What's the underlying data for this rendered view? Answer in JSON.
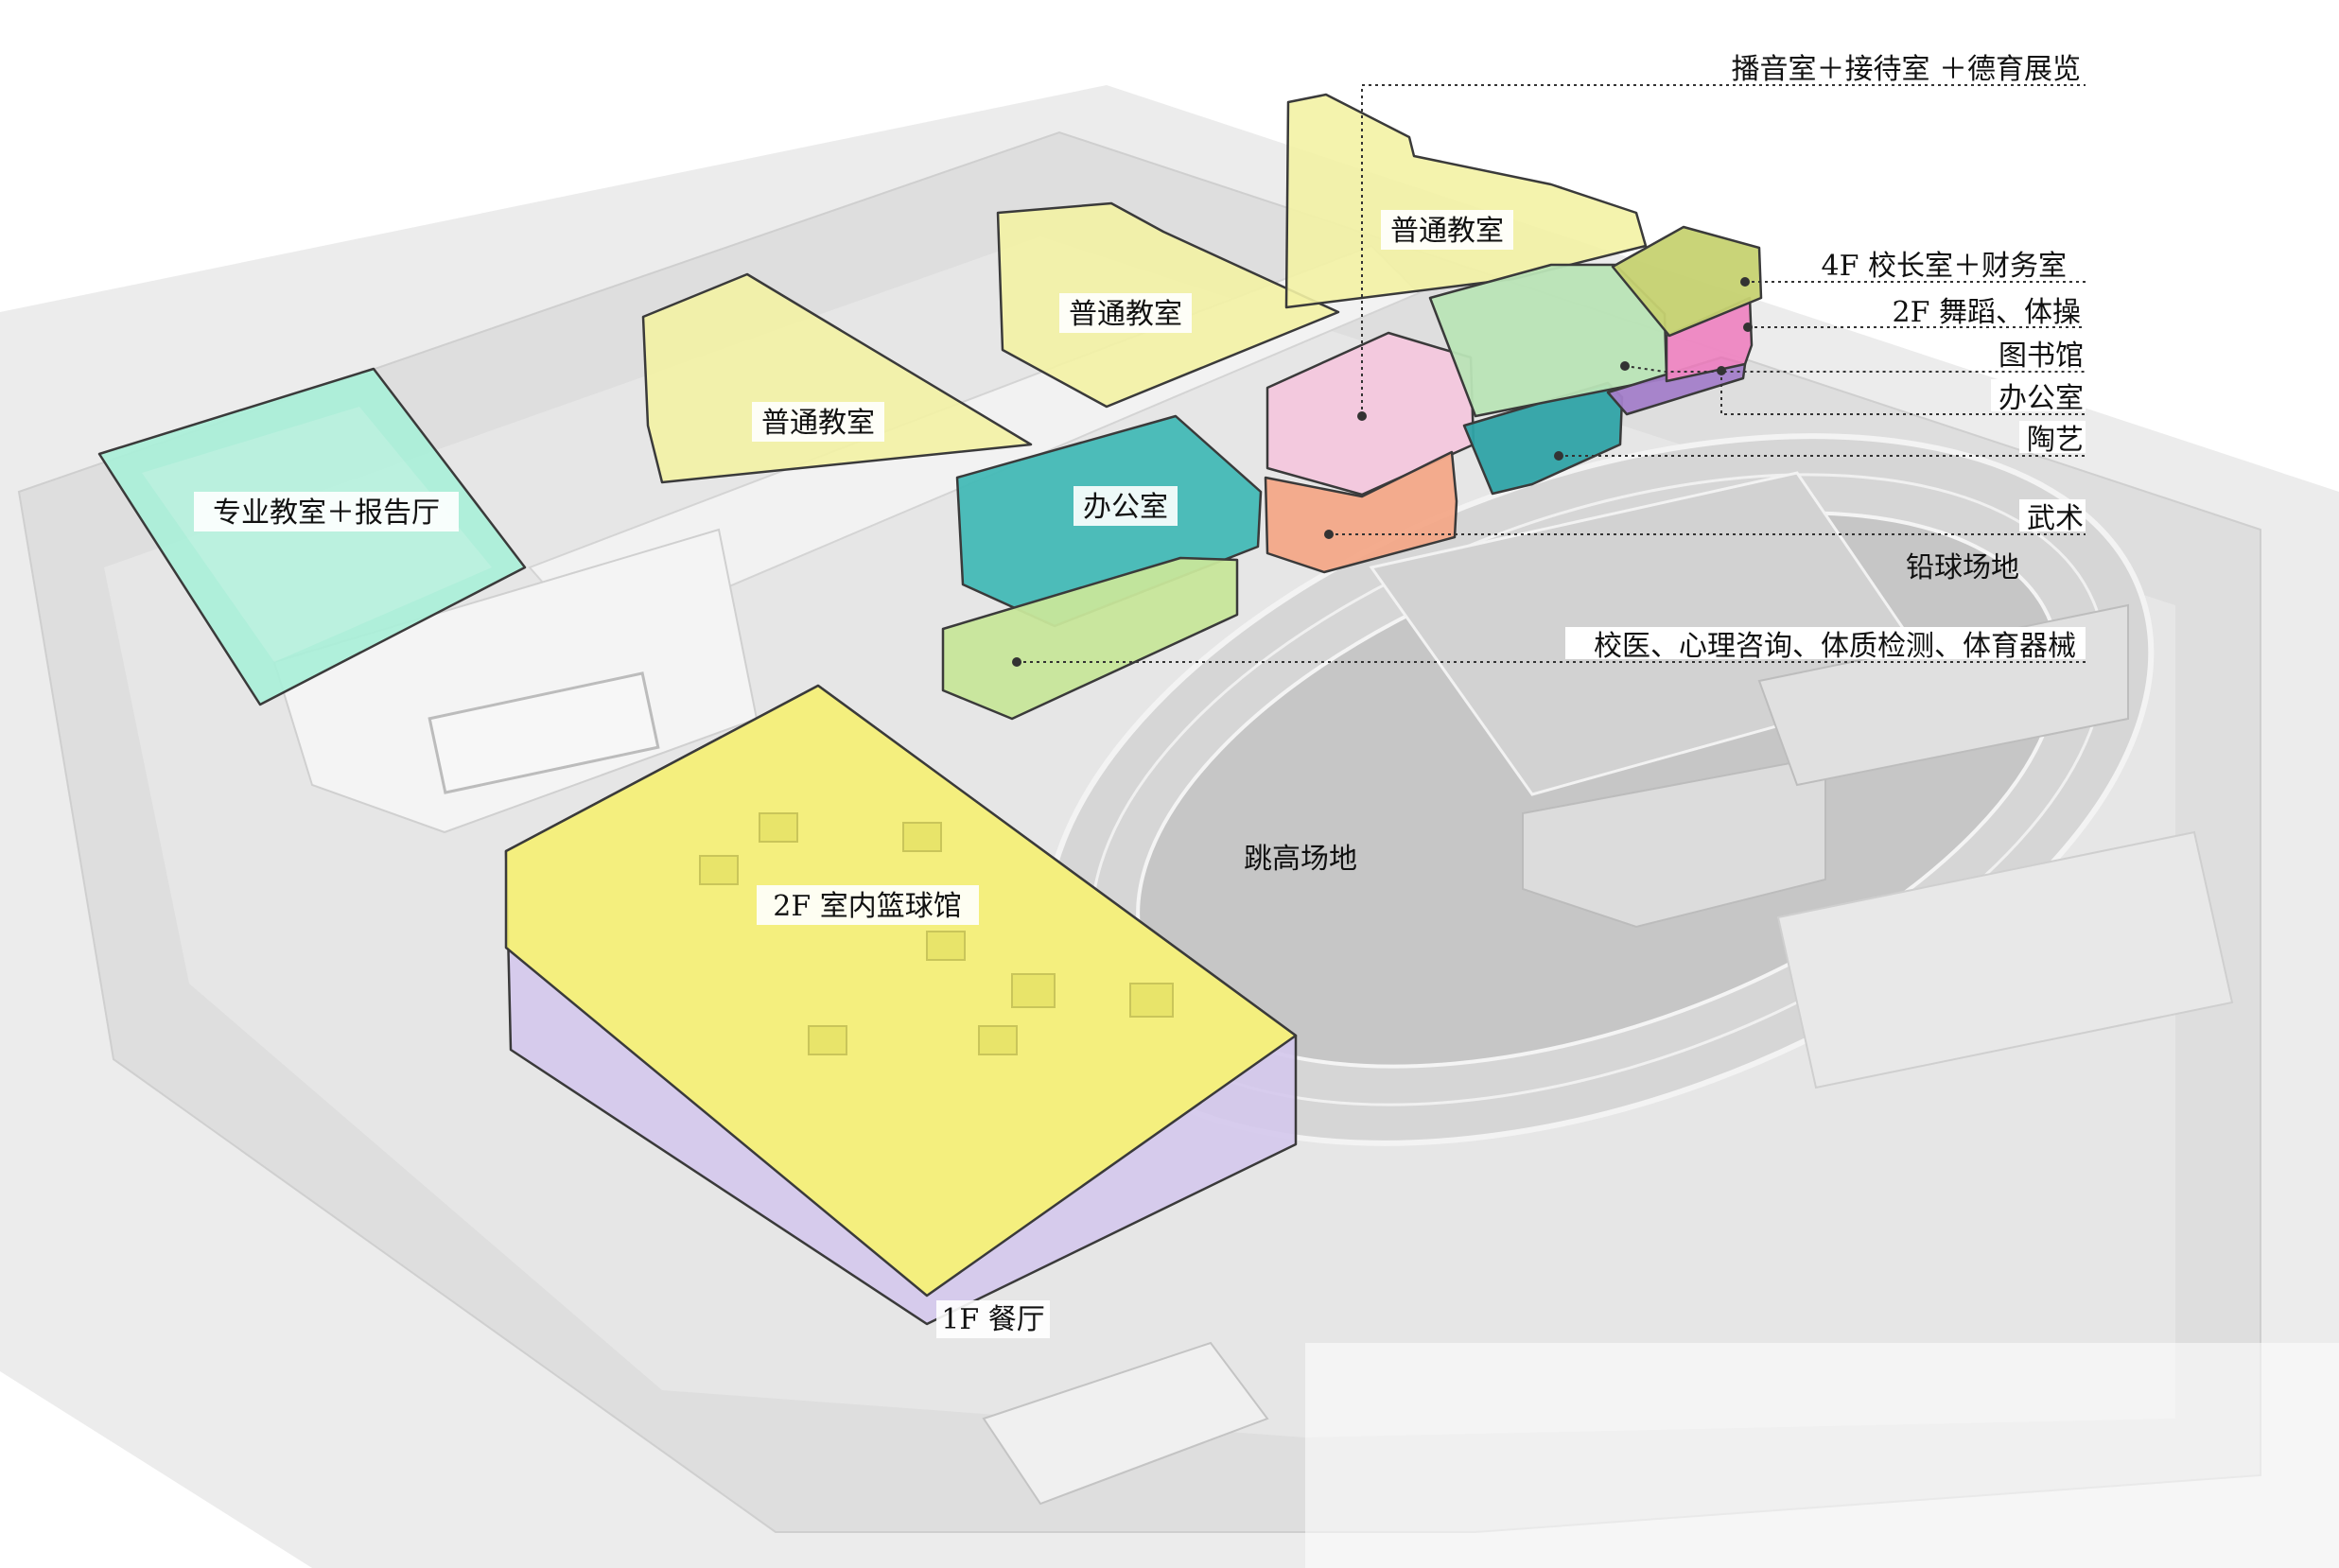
{
  "blocks": {
    "specialty": "专业教室＋报告厅",
    "classroom_a": "普通教室",
    "classroom_b": "普通教室",
    "classroom_c": "普通教室",
    "office_center": "办公室",
    "gym_2f": "2F 室内篮球馆",
    "dining_1f": "1F 餐厅"
  },
  "site": {
    "high_jump": "跳高场地",
    "shot_put": "铅球场地"
  },
  "callouts": [
    "播音室＋接待室 ＋德育展览",
    "4F 校长室＋财务室",
    "2F 舞蹈、体操",
    "图书馆",
    "办公室",
    "陶艺",
    "武术",
    "校医、心理咨询、体质检测、体育器械"
  ],
  "colors": {
    "specialty": "#a9efd8",
    "classroom": "#f3f2a4",
    "office": "#3fb8b5",
    "pink": "#f3c7dd",
    "salmon": "#f3a888",
    "green_light": "#c7e69a",
    "mint": "#b9e4b6",
    "olive": "#c6d271",
    "magenta": "#ee86c2",
    "violet": "#a37ec9",
    "teal_dark": "#2fa3a6",
    "gym": "#f6f274",
    "dining": "#d4c8ec",
    "site_gray": "#e4e4e4"
  }
}
